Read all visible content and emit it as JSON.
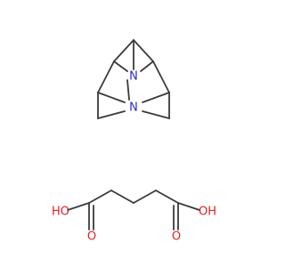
{
  "structure": {
    "labels": {
      "n_top": "N",
      "n_bottom": "N",
      "o_left_carbonyl": "O",
      "o_right_carbonyl": "O",
      "oh_left": "HO",
      "oh_right": "OH"
    },
    "colors": {
      "bond": "#3a3a3a",
      "nitrogen": "#2a2ad6",
      "oxygen": "#e02020"
    }
  }
}
